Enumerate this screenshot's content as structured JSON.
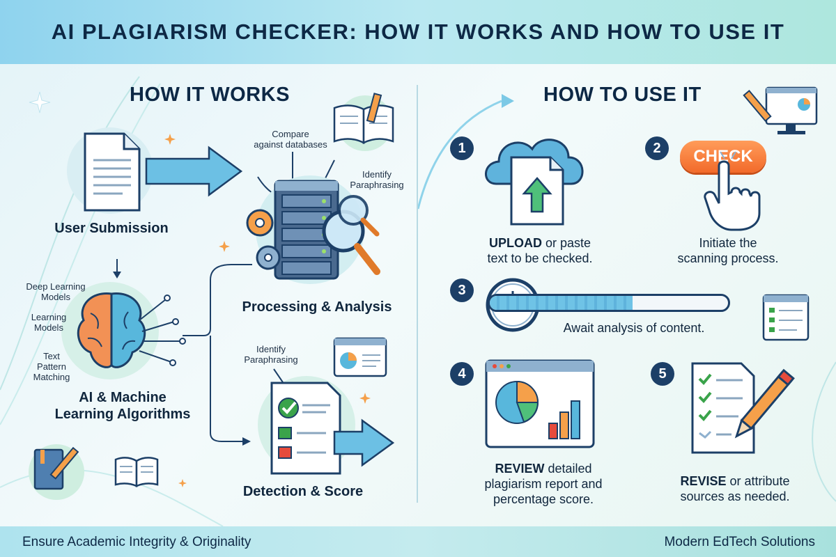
{
  "title": "AI PLAGIARISM CHECKER: HOW IT WORKS AND HOW TO USE IT",
  "how_it_works": {
    "heading": "HOW IT WORKS",
    "user_submission": "User Submission",
    "compare_label_1": "Compare",
    "compare_label_2": "against databases",
    "identify_top_1": "Identify",
    "identify_top_2": "Paraphrasing",
    "processing": "Processing & Analysis",
    "ai_title_1": "AI & Machine",
    "ai_title_2": "Learning Algorithms",
    "deep_learning_1": "Deep Learning",
    "deep_learning_2": "Models",
    "learning_1": "Learning",
    "learning_2": "Models",
    "text_pattern_1": "Text",
    "text_pattern_2": "Pattern",
    "text_pattern_3": "Matching",
    "identify_bottom_1": "Identify",
    "identify_bottom_2": "Paraphrasing",
    "detection": "Detection & Score"
  },
  "how_to_use": {
    "heading": "HOW TO USE IT",
    "check_button": "CHECK",
    "steps": [
      {
        "num": "1",
        "bold": "UPLOAD",
        "rest": " or paste",
        "line2": "text to be checked."
      },
      {
        "num": "2",
        "line1": "Initiate the",
        "line2": "scanning process."
      },
      {
        "num": "3",
        "line1": "Await analysis of content."
      },
      {
        "num": "4",
        "bold": "REVIEW",
        "rest": " detailed",
        "line2": "plagiarism report and",
        "line3": "percentage score."
      },
      {
        "num": "5",
        "bold": "REVISE",
        "rest": " or attribute",
        "line2": "sources as needed."
      }
    ],
    "progress_fraction": 0.6
  },
  "footer": {
    "left": "Ensure Academic Integrity & Originality",
    "right": "Modern EdTech Solutions"
  },
  "colors": {
    "navy": "#1c3f67",
    "orange": "#f26a2a",
    "teal": "#5fb3dc",
    "green": "#3aa34a",
    "red": "#e64b3c"
  }
}
